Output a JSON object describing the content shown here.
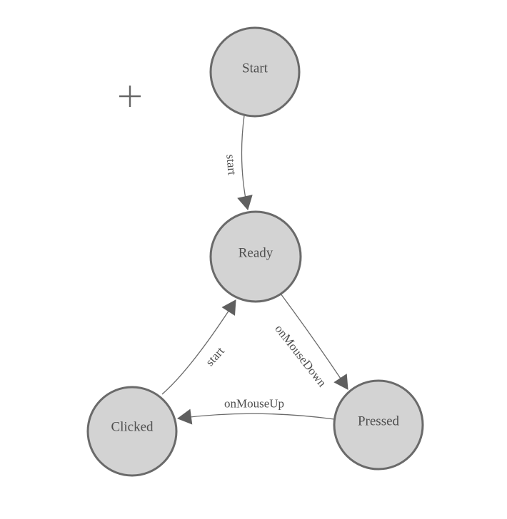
{
  "palette": {
    "background": "#ffffff",
    "node_fill": "#d3d3d3",
    "node_stroke": "#6a6a6a",
    "edge_color": "#6a6a6a",
    "arrow_color": "#5f5f5f",
    "text_color": "#4f4f4f",
    "cursor_color": "#666666"
  },
  "nodes": [
    {
      "id": "start",
      "label": "Start"
    },
    {
      "id": "ready",
      "label": "Ready"
    },
    {
      "id": "clicked",
      "label": "Clicked"
    },
    {
      "id": "pressed",
      "label": "Pressed"
    }
  ],
  "edges": [
    {
      "from": "Start",
      "to": "Ready",
      "label": "start"
    },
    {
      "from": "Clicked",
      "to": "Ready",
      "label": "start"
    },
    {
      "from": "Ready",
      "to": "Pressed",
      "label": "onMouseDown"
    },
    {
      "from": "Pressed",
      "to": "Clicked",
      "label": "onMouseUp"
    }
  ],
  "cursor": {
    "glyph": "crosshair-plus"
  }
}
